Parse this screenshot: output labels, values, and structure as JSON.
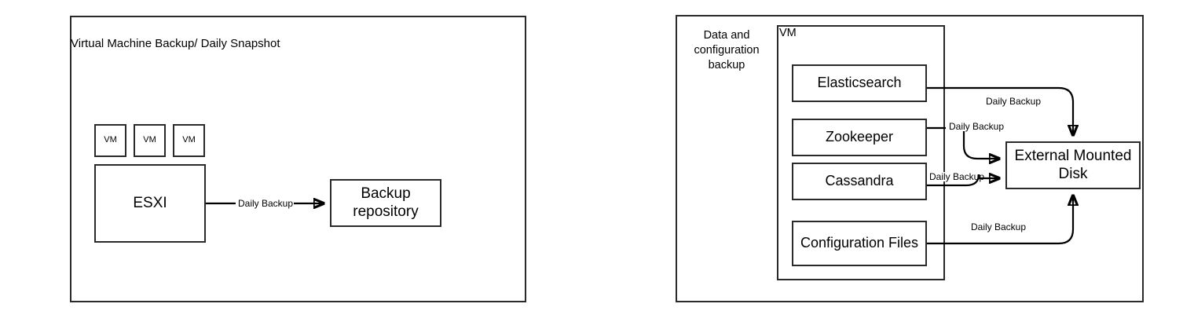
{
  "diagram": {
    "title_left": "Virtual Machine Backup/ Daily Snapshot",
    "title_right_group": "Data and\nconfiguration\nbackup",
    "edge_label": "Daily Backup",
    "stroke_color": "#2a2a2a",
    "background_color": "#ffffff"
  },
  "left_panel": {
    "title": "Virtual Machine Backup/ Daily Snapshot",
    "vm_boxes": [
      {
        "label": "VM"
      },
      {
        "label": "VM"
      },
      {
        "label": "VM"
      }
    ],
    "host": {
      "label": "ESXI"
    },
    "target": {
      "label": "Backup\nrepository",
      "line1": "Backup",
      "line2": "repository"
    },
    "edge": {
      "label": "Daily Backup",
      "from": "ESXI",
      "to": "Backup repository"
    }
  },
  "right_panel": {
    "group_label": "Data and configuration backup",
    "group_label_lines": [
      "Data and",
      "configuration",
      "backup"
    ],
    "vm_container_label": "VM",
    "services": [
      {
        "label": "Elasticsearch"
      },
      {
        "label": "Zookeeper"
      },
      {
        "label": "Cassandra"
      },
      {
        "label": "Configuration Files"
      }
    ],
    "target": {
      "label": "External Mounted Disk",
      "line1": "External Mounted",
      "line2": "Disk"
    },
    "edges": [
      {
        "label": "Daily Backup",
        "from": "Elasticsearch",
        "to": "External Mounted Disk"
      },
      {
        "label": "Daily Backup",
        "from": "Zookeeper",
        "to": "External Mounted Disk"
      },
      {
        "label": "Daily Backup",
        "from": "Cassandra",
        "to": "External Mounted Disk"
      },
      {
        "label": "Daily Backup",
        "from": "Configuration Files",
        "to": "External Mounted Disk"
      }
    ]
  }
}
